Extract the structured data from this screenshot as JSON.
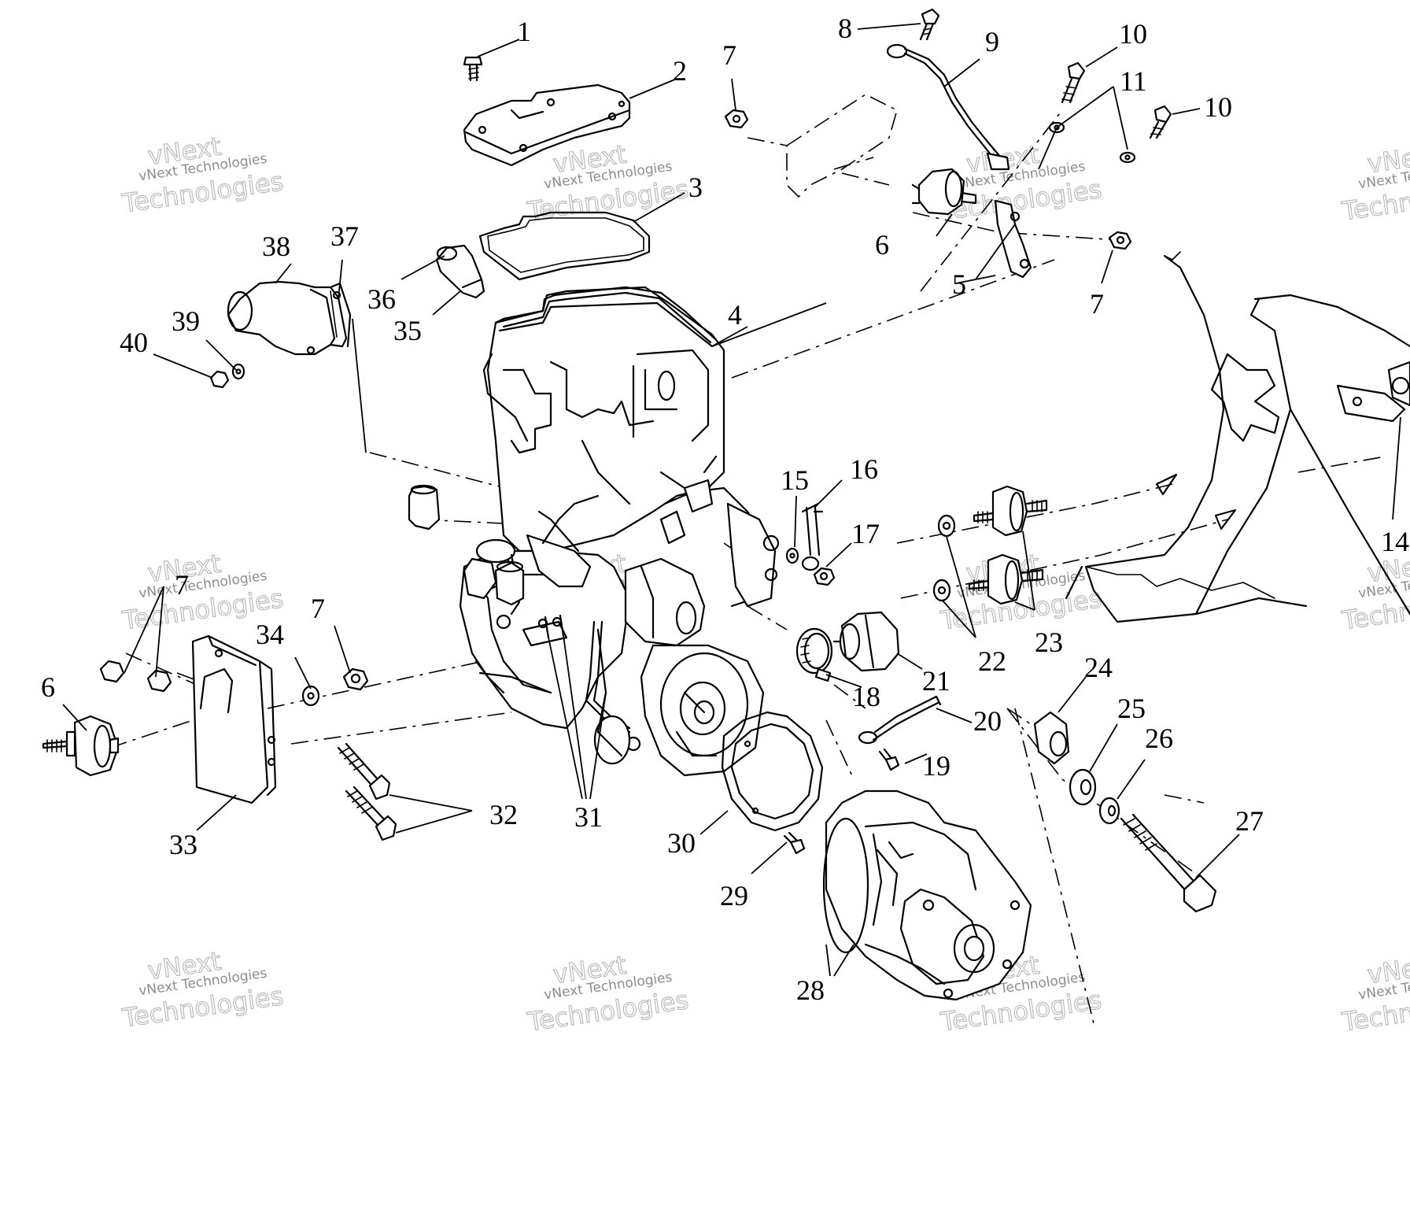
{
  "watermark": {
    "line1": "vNext",
    "line2": "vNext Technologies",
    "line3": "Technologies"
  },
  "callouts": {
    "c1": "1",
    "c2": "2",
    "c3": "3",
    "c4": "4",
    "c5": "5",
    "c6a": "6",
    "c6b": "6",
    "c7a": "7",
    "c7b": "7",
    "c7c": "7",
    "c7d": "7",
    "c8": "8",
    "c9": "9",
    "c10a": "10",
    "c10b": "10",
    "c11": "11",
    "c14": "14",
    "c15": "15",
    "c16": "16",
    "c17": "17",
    "c18": "18",
    "c19": "19",
    "c20": "20",
    "c21": "21",
    "c22": "22",
    "c23": "23",
    "c24": "24",
    "c25": "25",
    "c26": "26",
    "c27": "27",
    "c28": "28",
    "c29": "29",
    "c30": "30",
    "c31": "31",
    "c32": "32",
    "c33": "33",
    "c34": "34",
    "c35": "35",
    "c36": "36",
    "c37": "37",
    "c38": "38",
    "c39": "39",
    "c40": "40"
  }
}
